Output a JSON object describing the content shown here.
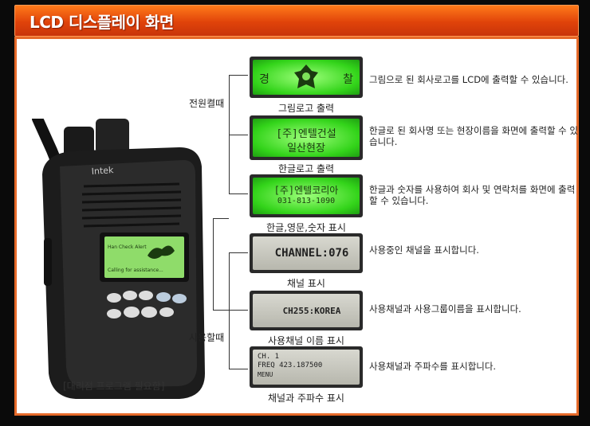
{
  "header": {
    "title": "LCD 디스플레이 화면"
  },
  "radio": {
    "brand": "Intek",
    "screen_line1": "Han Check Alert",
    "screen_line2": "Calling for assistance..."
  },
  "caption": "[대리점 프로그램 필요함]",
  "groups": {
    "power_on": "전원켤때",
    "in_use": "사용할때"
  },
  "displays": [
    {
      "caption": "그림로고 출력",
      "screen_left": "경",
      "screen_right": "찰",
      "desc": "그림으로 된 회사로고를 LCD에 출력할 수 있습니다."
    },
    {
      "caption": "한글로고 출력",
      "screen_line1": "[주]엔텔건설",
      "screen_line2": "일산현장",
      "desc": "한글로 된 회사명 또는 현장이름을 화면에 출력할 수 있습니다."
    },
    {
      "caption": "한글,영문,숫자 표시",
      "screen_line1": "[주]엔텔코리아",
      "screen_line2": "031-813-1090",
      "desc": "한글과 숫자를 사용하여 회사 및 연락처를 화면에 출력할 수 있습니다."
    },
    {
      "caption": "채널 표시",
      "screen_line1": "CHANNEL:076",
      "desc": "사용중인 채널을 표시합니다."
    },
    {
      "caption": "사용채널 이름 표시",
      "screen_line1": "CH255:KOREA",
      "desc": "사용채널과 사용그룹이름을 표시합니다."
    },
    {
      "caption": "채널과 주파수 표시",
      "screen_line1": "CH.  1",
      "screen_line2": "FREQ 423.187500",
      "screen_line3": "MENU",
      "desc": "사용채널과 주파수를 표시합니다."
    }
  ]
}
